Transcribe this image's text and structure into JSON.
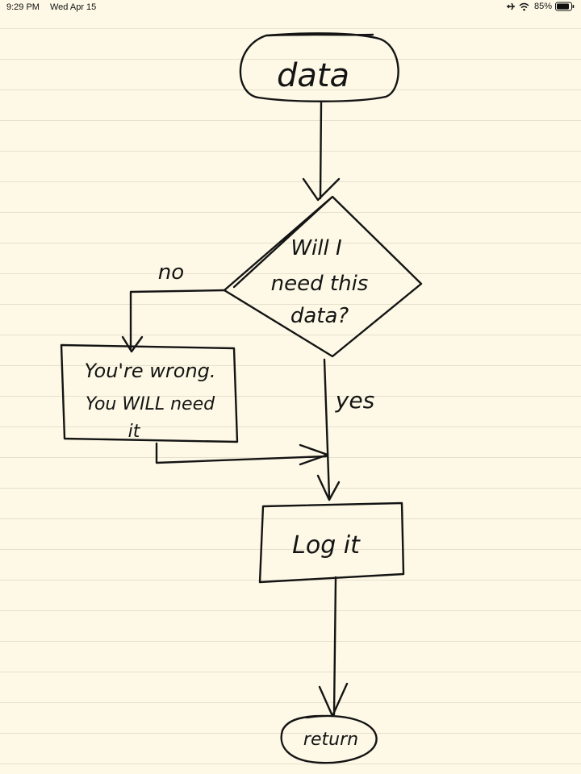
{
  "status_bar": {
    "time": "9:29 PM",
    "date": "Wed Apr 15",
    "battery_percent": "85%",
    "icons": [
      "airplane-mode-icon",
      "wifi-icon",
      "battery-icon"
    ]
  },
  "flowchart": {
    "start_label": "data",
    "decision_lines": [
      "Will I",
      "need this",
      "data?"
    ],
    "no_label": "no",
    "yes_label": "yes",
    "wrong_box_lines": [
      "You're wrong.",
      "You WILL need",
      "it"
    ],
    "log_label": "Log it",
    "end_label": "return"
  }
}
